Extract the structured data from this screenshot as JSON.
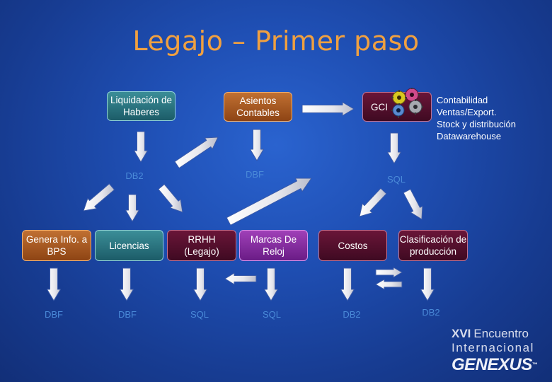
{
  "title": "Legajo – Primer paso",
  "boxes": {
    "liquidacion": "Liquidación de Haberes",
    "asientos": "Asientos Contables",
    "gci": "GCI",
    "genera": "Genera Info. a BPS",
    "licencias": "Licencias",
    "rrhh": "RRHH (Legajo)",
    "marcas": "Marcas De Reloj",
    "costos": "Costos",
    "clasificacion": "Clasificación de producción"
  },
  "databases": {
    "db2_top": "DB2",
    "dbf_top": "DBF",
    "sql_top": "SQL",
    "dbf_genera": "DBF",
    "dbf_licencias": "DBF",
    "sql_rrhh": "SQL",
    "sql_marcas": "SQL",
    "db2_costos": "DB2",
    "db2_clasificacion": "DB2"
  },
  "gci_modules": [
    "Contabilidad",
    "Ventas/Export.",
    "Stock y distribución",
    "Datawarehouse"
  ],
  "logo": {
    "line1_num": "XVI",
    "line1_text": "Encuentro",
    "line2": "Internacional",
    "line3": "GENEXUS",
    "tm": "™"
  },
  "icons": [
    "gears-icon",
    "arrow-icon"
  ],
  "colors": {
    "background": "#1f4fb4",
    "title": "#f0a040",
    "teal_box": "#2a7480",
    "orange_box": "#b0602a",
    "maroon_box": "#55102e",
    "purple_box": "#8a30a8",
    "arrow_fill": "#e9e9ee",
    "arrow_stroke": "#3a5aa8",
    "db_text": "#4a8ad8"
  }
}
